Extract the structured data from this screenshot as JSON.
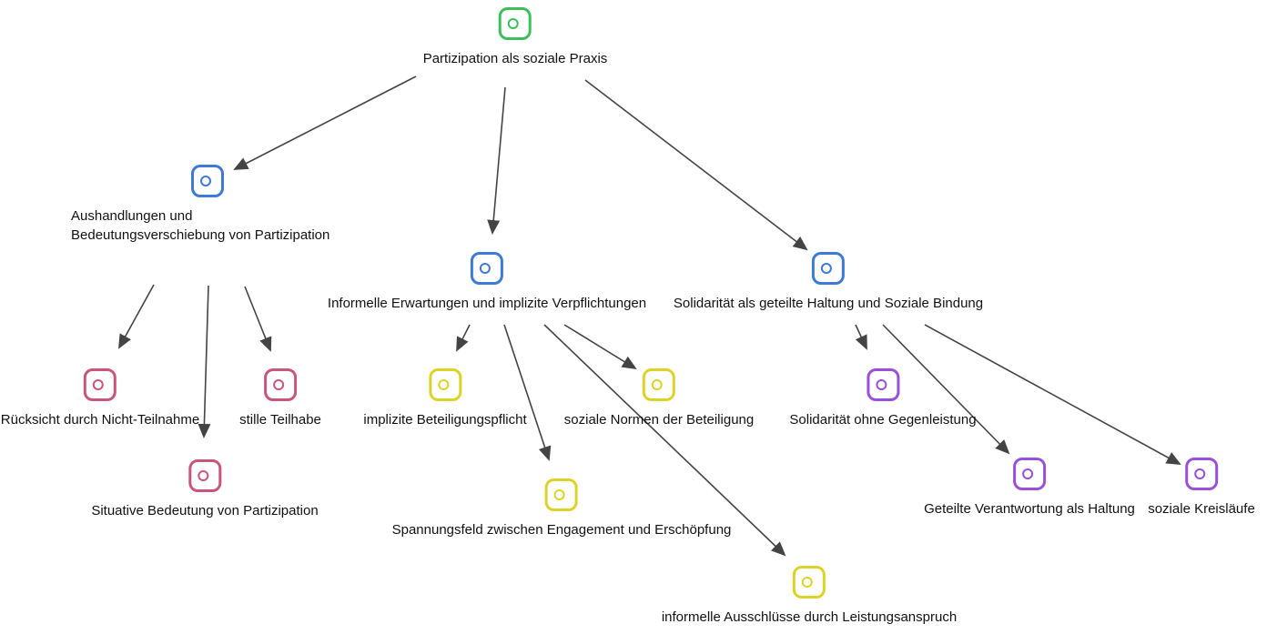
{
  "colors": {
    "green": "#3cbf5a",
    "blue": "#3c7ad6",
    "pink": "#c8557c",
    "yellow": "#ddd226",
    "purple": "#9a4fd8",
    "edge": "#444444"
  },
  "nodes": {
    "root": {
      "label": "Partizipation als soziale Praxis",
      "color": "green",
      "icon": "node-icon"
    },
    "aushandlungen": {
      "label": "Aushandlungen und Bedeutungsverschiebung von Partizipation",
      "color": "blue",
      "icon": "node-icon"
    },
    "informelle": {
      "label": "Informelle Erwartungen und implizite Verpflichtungen",
      "color": "blue",
      "icon": "node-icon"
    },
    "solidaritaet": {
      "label": "Solidarität als geteilte Haltung und Soziale Bindung",
      "color": "blue",
      "icon": "node-icon"
    },
    "ruecksicht": {
      "label": "Rücksicht durch Nicht-Teilnahme",
      "color": "pink",
      "icon": "node-icon"
    },
    "situative": {
      "label": "Situative Bedeutung von Partizipation",
      "color": "pink",
      "icon": "node-icon"
    },
    "stille": {
      "label": "stille Teilhabe",
      "color": "pink",
      "icon": "node-icon"
    },
    "implizite": {
      "label": "implizite Beteiligungspflicht",
      "color": "yellow",
      "icon": "node-icon"
    },
    "spannungsfeld": {
      "label": "Spannungsfeld zwischen Engagement und Erschöpfung",
      "color": "yellow",
      "icon": "node-icon"
    },
    "normen": {
      "label": "soziale Normen der Beteiligung",
      "color": "yellow",
      "icon": "node-icon"
    },
    "ausschluesse": {
      "label": "informelle Ausschlüsse durch Leistungsanspruch",
      "color": "yellow",
      "icon": "node-icon"
    },
    "ohne_gegenleistung": {
      "label": "Solidarität ohne Gegenleistung",
      "color": "purple",
      "icon": "node-icon"
    },
    "verantwortung": {
      "label": "Geteilte Verantwortung als Haltung",
      "color": "purple",
      "icon": "node-icon"
    },
    "kreislaeufe": {
      "label": "soziale Kreisläufe",
      "color": "purple",
      "icon": "node-icon"
    }
  },
  "edges": [
    {
      "from": "root",
      "to": "aushandlungen"
    },
    {
      "from": "root",
      "to": "informelle"
    },
    {
      "from": "root",
      "to": "solidaritaet"
    },
    {
      "from": "aushandlungen",
      "to": "ruecksicht"
    },
    {
      "from": "aushandlungen",
      "to": "situative"
    },
    {
      "from": "aushandlungen",
      "to": "stille"
    },
    {
      "from": "informelle",
      "to": "implizite"
    },
    {
      "from": "informelle",
      "to": "spannungsfeld"
    },
    {
      "from": "informelle",
      "to": "normen"
    },
    {
      "from": "informelle",
      "to": "ausschluesse"
    },
    {
      "from": "solidaritaet",
      "to": "ohne_gegenleistung"
    },
    {
      "from": "solidaritaet",
      "to": "verantwortung"
    },
    {
      "from": "solidaritaet",
      "to": "kreislaeufe"
    }
  ]
}
